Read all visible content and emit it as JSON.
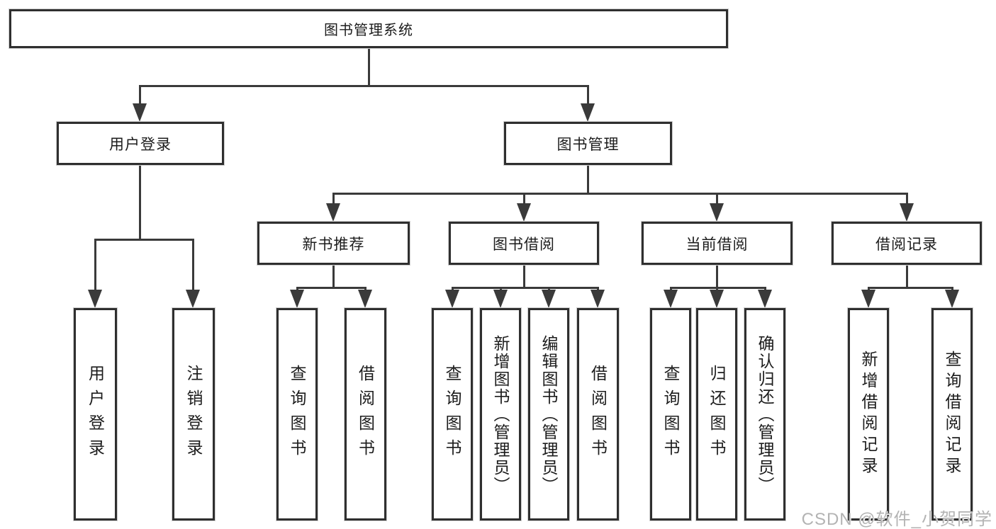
{
  "diagram": {
    "root": "图书管理系统",
    "level2": [
      "用户登录",
      "图书管理"
    ],
    "level3": [
      "新书推荐",
      "图书借阅",
      "当前借阅",
      "借阅记录"
    ],
    "leaves": {
      "user_login": [
        "用户登录",
        "注销登录"
      ],
      "new_book": [
        "查询图书",
        "借阅图书"
      ],
      "book_borrow": [
        "查询图书",
        "新增图书（管理员）",
        "编辑图书（管理员）",
        "借阅图书"
      ],
      "current_borrow": [
        "查询图书",
        "归还图书",
        "确认归还（管理员）"
      ],
      "borrow_records": [
        "新增借阅记录",
        "查询借阅记录"
      ]
    }
  },
  "watermark": "CSDN @软件_小贺同学",
  "colors": {
    "line": "#3a3a3a",
    "border": "#2f2f2f",
    "text": "#1c1c1c",
    "watermark_text": "#b3b3b3",
    "background": "#ffffff"
  }
}
